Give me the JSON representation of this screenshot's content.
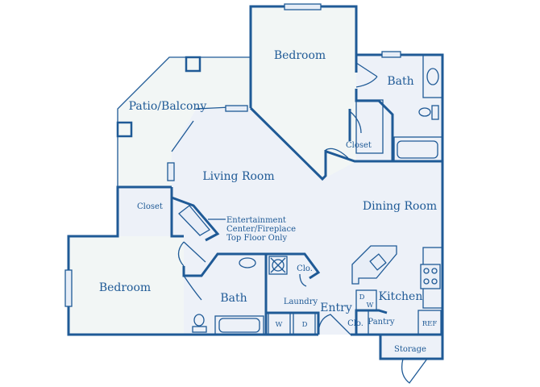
{
  "rooms": {
    "bedroom_top": "Bedroom",
    "bath_top": "Bath",
    "closet_top": "Closet",
    "patio": "Patio/Balcony",
    "living": "Living Room",
    "dining": "Dining Room",
    "closet_left": "Closet",
    "bedroom_left": "Bedroom",
    "bath_bottom": "Bath",
    "clo_bath": "Clo.",
    "laundry": "Laundry",
    "entry": "Entry",
    "kitchen": "Kitchen",
    "clo_entry": "Clo.",
    "pantry": "Pantry",
    "storage": "Storage"
  },
  "fixtures": {
    "washer": "W",
    "dryer": "D",
    "dishwasher_d": "D",
    "dishwasher_w": "W",
    "fridge": "REF"
  },
  "notes": {
    "entertainment_line1": "Entertainment",
    "entertainment_line2": "Center/Fireplace",
    "entertainment_line3": "Top Floor Only"
  },
  "colors": {
    "wall": "#1f5a96",
    "interior_fill": "#edf1f8",
    "outdoor_fill": "#f2f6f5"
  }
}
